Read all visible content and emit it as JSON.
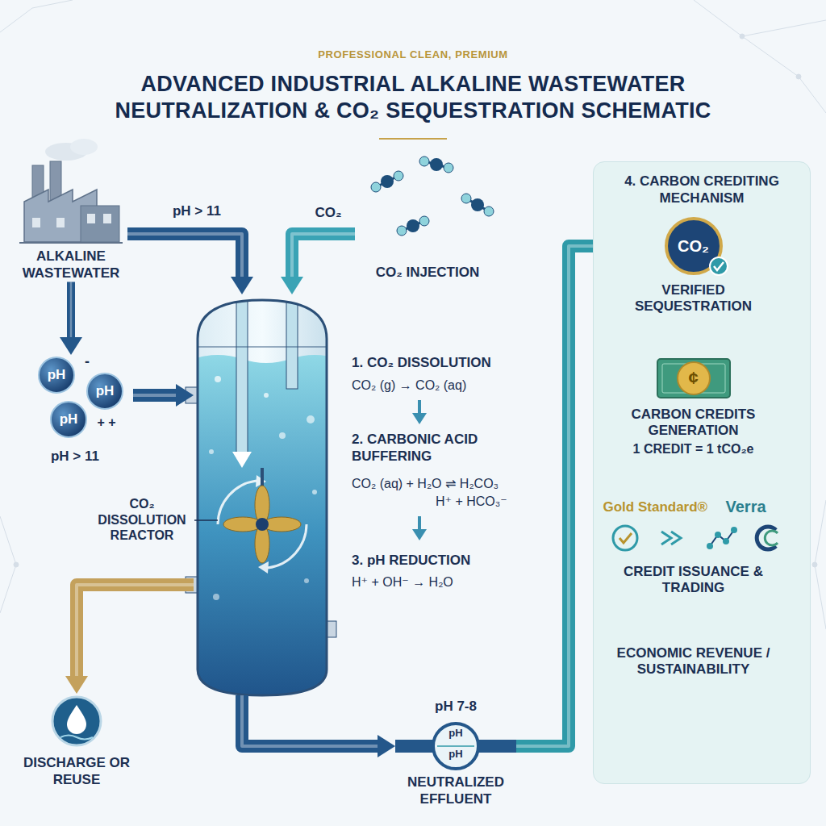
{
  "diagram": {
    "title": "ADVANCED INDUSTRIAL ALKALINE WASTEWATER NEUTRALIZATION & CO₂ SEQUESTRATION SCHEMATIC",
    "nodes": [
      {
        "text": [
          "ALKALINE WASTEWATER"
        ]
      },
      {
        "text": [
          "pH",
          "pH",
          "pH"
        ]
      },
      {
        "text": [
          "CO₂ INJECTION"
        ]
      },
      {
        "text": [
          "CO₂ DISSOLUTION REACTOR"
        ]
      },
      {
        "text": [
          "DISCHARGE OR REUSE"
        ]
      },
      {
        "text": [
          "pH",
          "pH",
          "NEUTRALIZED EFFLUENT"
        ]
      },
      {
        "text": [
          "4. CARBON CREDITING MECHANISM"
        ]
      },
      {
        "text": [
          "CO₂",
          "VERIFIED SEQUESTRATION"
        ],
        "in": 6
      },
      {
        "text": [
          "¢",
          "CARBON CREDITS GENERATION",
          "1 CREDIT = 1 tCO₂e"
        ],
        "in": 6
      },
      {
        "text": [
          "Gold Standard®",
          "Verra",
          "CREDIT ISSUANCE & TRADING"
        ],
        "in": 6
      },
      {
        "text": [
          "ECONOMIC REVENUE / SUSTAINABILITY"
        ],
        "in": 6
      }
    ],
    "edges": [
      {
        "from": 0,
        "to": 3,
        "arrow": "to"
      },
      {
        "from": 0,
        "to": 1,
        "arrow": "to"
      },
      {
        "from": 1,
        "to": 3,
        "arrow": "to"
      },
      {
        "from": 2,
        "to": 3,
        "arrow": "to"
      },
      {
        "from": 3,
        "to": 4,
        "arrow": "to"
      },
      {
        "from": 3,
        "to": 5,
        "arrow": "to"
      },
      {
        "from": 5,
        "to": 7,
        "arrow": "to"
      },
      {
        "from": 7,
        "to": 8,
        "arrow": "to"
      },
      {
        "from": 8,
        "to": 9,
        "arrow": "to"
      },
      {
        "from": 9,
        "to": 10,
        "arrow": "to"
      }
    ],
    "labels": [
      "PROFESSIONAL CLEAN, PREMIUM",
      "pH > 11",
      "CO₂",
      "-",
      "+ +",
      "pH > 11",
      "1. CO₂ DISSOLUTION",
      "CO₂ (g) → CO₂ (aq)",
      "2. CARBONIC ACID BUFFERING",
      "CO₂ (aq) + H₂O ⇌ H₂CO₃",
      "H⁺ + HCO₃⁻",
      "3. pH REDUCTION",
      "H⁺ + OH⁻ → H₂O",
      "pH 7-8"
    ]
  }
}
